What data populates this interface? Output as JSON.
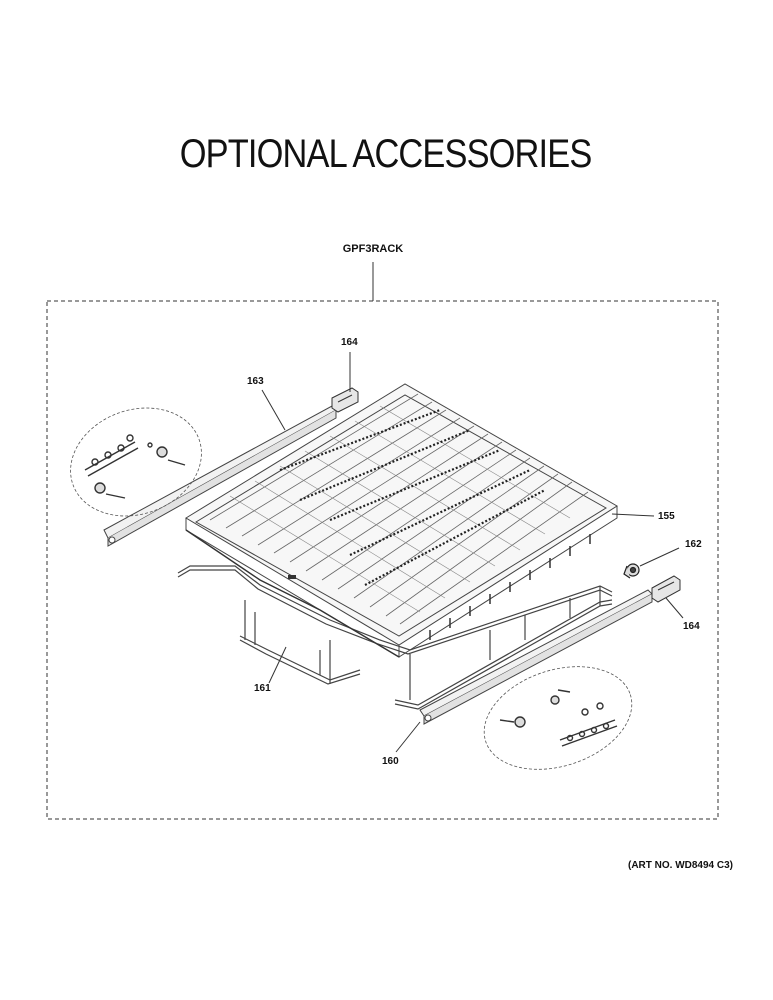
{
  "title": "OPTIONAL ACCESSORIES",
  "kit_label": "GPF3RACK",
  "art_number": "(ART NO. WD8494 C3)",
  "callouts": {
    "c155": "155",
    "c160": "160",
    "c161": "161",
    "c162": "162",
    "c163": "163",
    "c164_top": "164",
    "c164_right": "164"
  }
}
